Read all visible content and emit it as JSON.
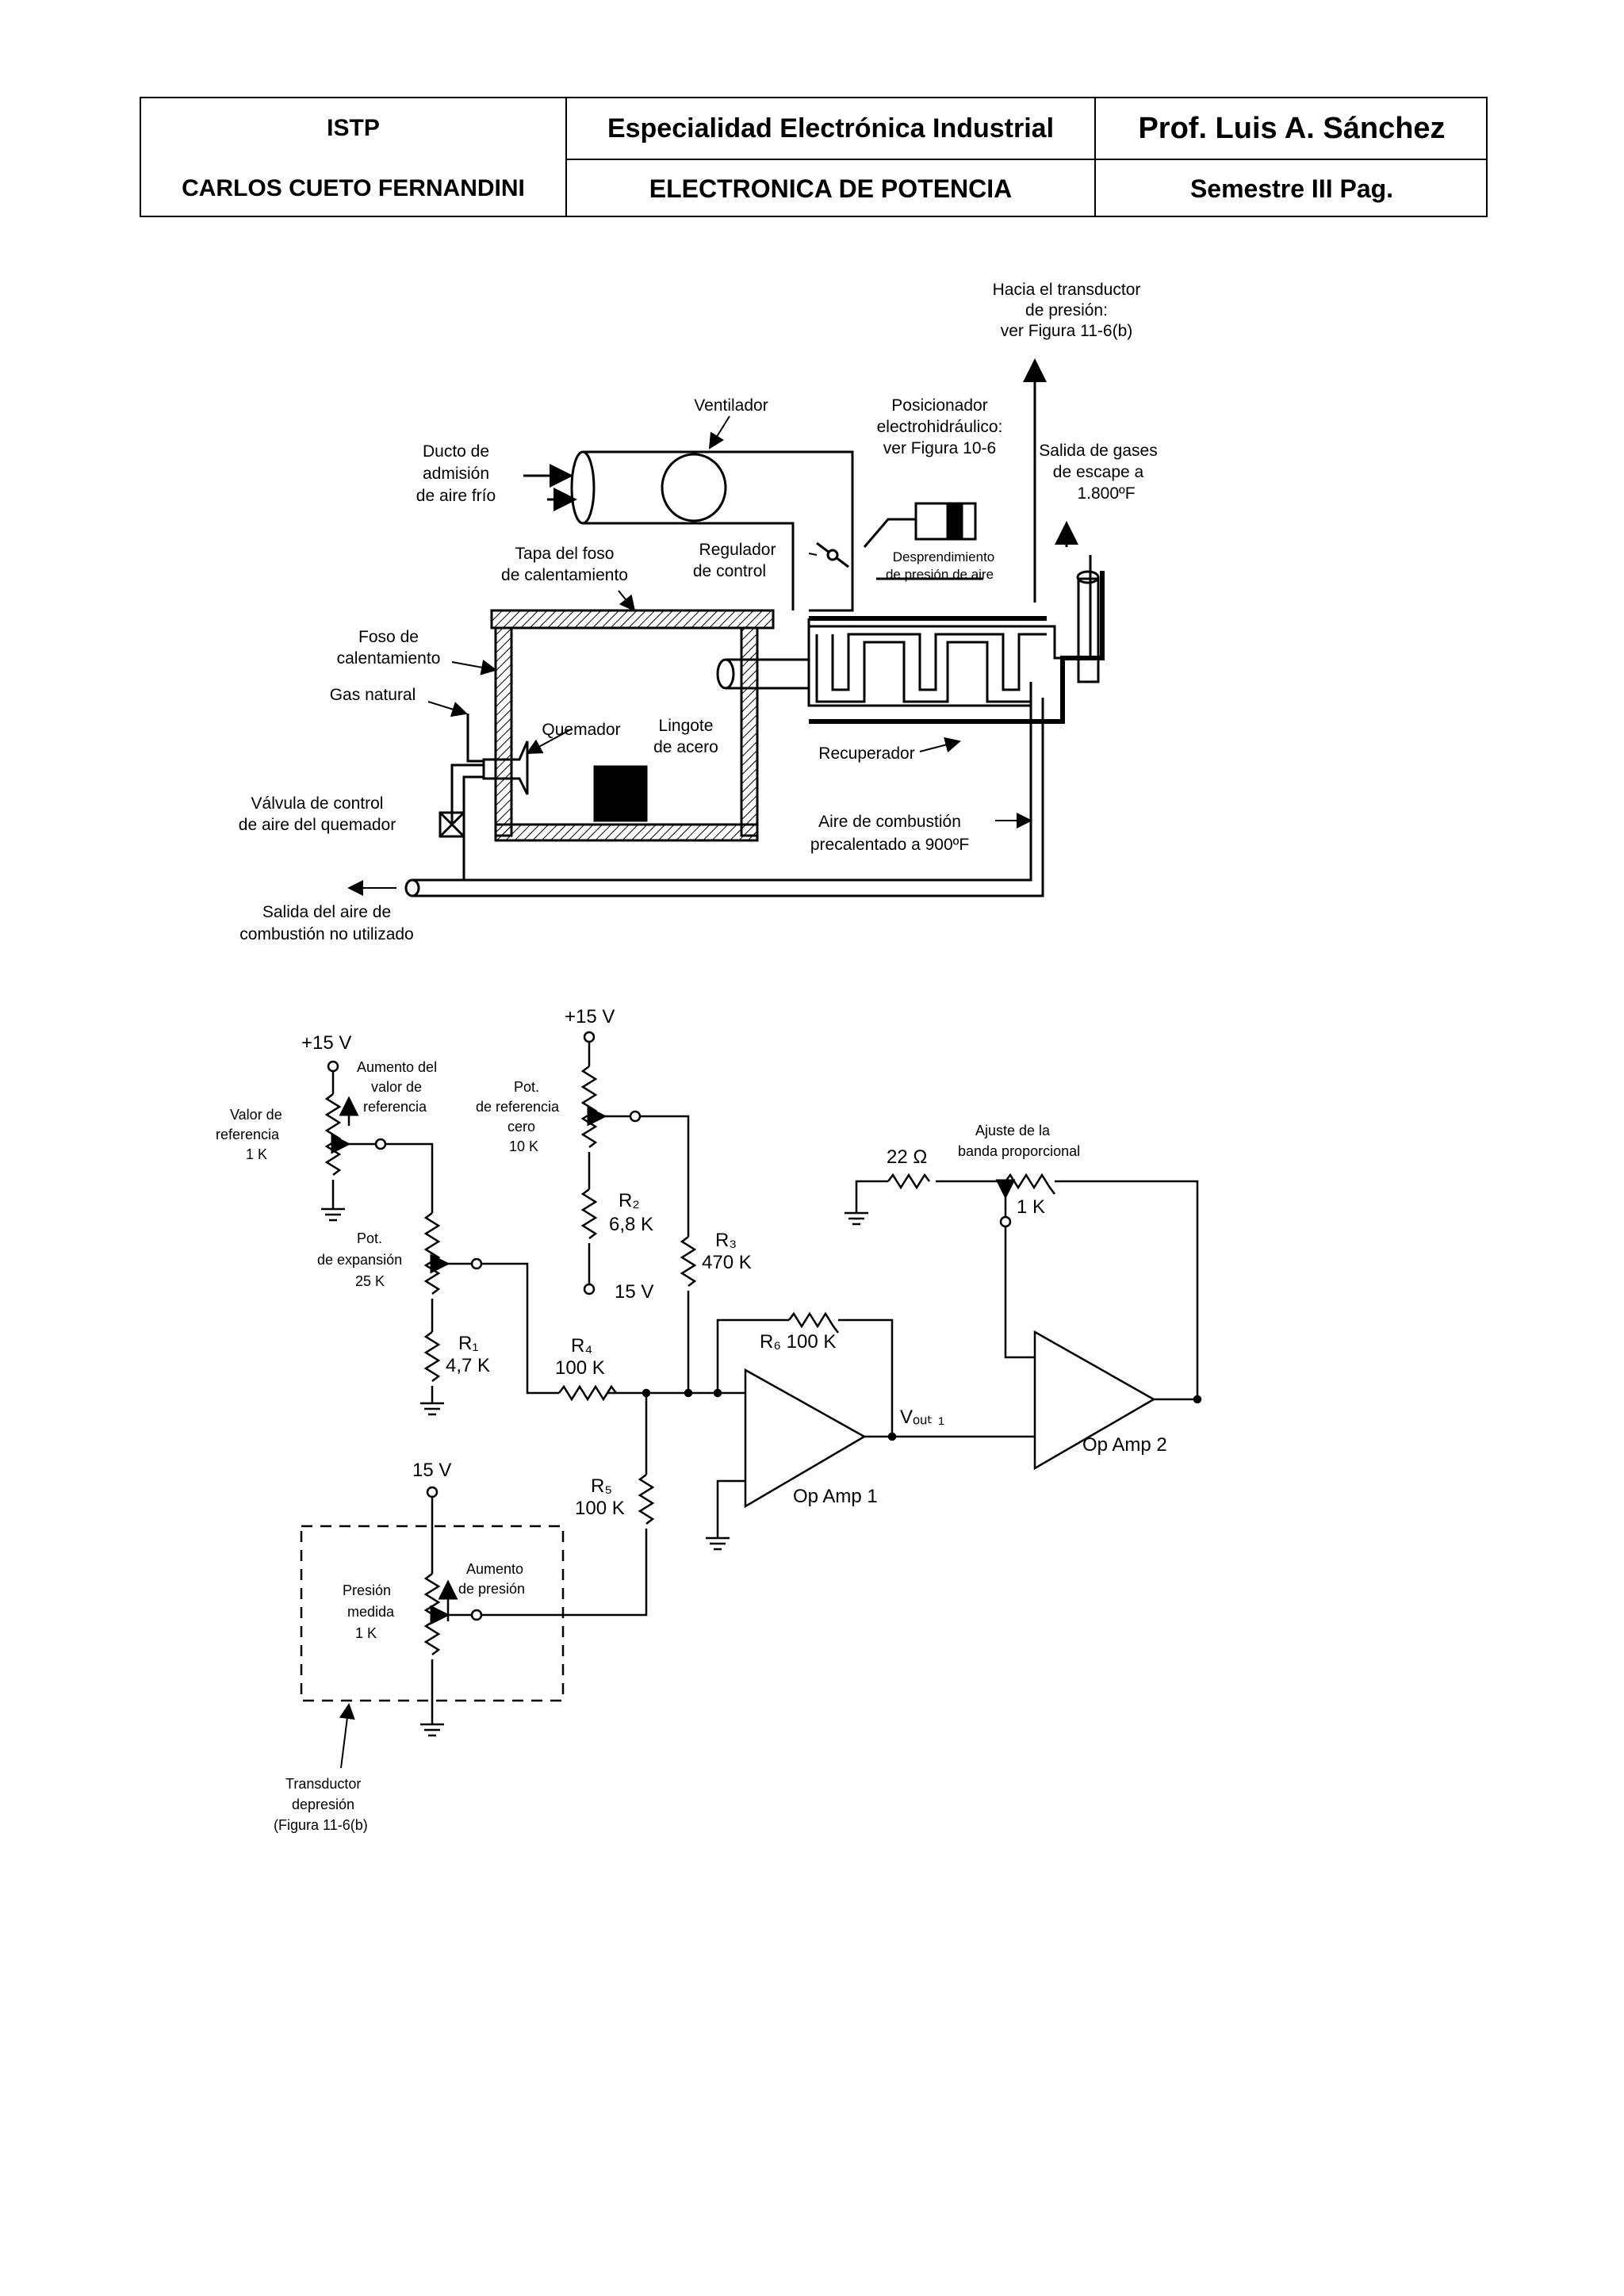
{
  "header": {
    "institute": "ISTP",
    "school": "CARLOS CUETO FERNANDINI",
    "specialty": "Especialidad Electrónica Industrial",
    "course": "ELECTRONICA  DE POTENCIA",
    "professor": "Prof.  Luis  A.  Sánchez",
    "semester": "Semestre  III   Pag."
  },
  "furnace_diagram": {
    "to_transducer": [
      "Hacia el transductor",
      "de presión:",
      "ver Figura 11-6(b)"
    ],
    "fan": "Ventilador",
    "positioner": [
      "Posicionador",
      "electrohidráulico:",
      "ver Figura 10-6"
    ],
    "exhaust": [
      "Salida de gases",
      "de escape a",
      "1.800ºF"
    ],
    "cold_air": [
      "Ducto de",
      "admisión",
      "de aire frío"
    ],
    "pit_lid": [
      "Tapa del foso",
      "de calentamiento"
    ],
    "control_damper": [
      "Regulador",
      "de control"
    ],
    "air_bleed": [
      "Desprendimiento",
      "de presión de aire"
    ],
    "pit": [
      "Foso de",
      "calentamiento"
    ],
    "natural_gas": "Gas natural",
    "burner": "Quemador",
    "ingot": [
      "Lingote",
      "de acero"
    ],
    "recuperator": "Recuperador",
    "burner_valve": [
      "Válvula de control",
      "de aire del quemador"
    ],
    "preheated_air": [
      "Aire de combustión",
      "precalentado a 900ºF"
    ],
    "unused_air": [
      "Salida del aire de",
      "combustión no utilizado"
    ]
  },
  "circuit": {
    "v15_top_left": "+15 V",
    "v15_top_mid": "+15 V",
    "v15_bottom": "15 V",
    "v15_neg": "15 V",
    "setpoint_increase": [
      "Aumento del",
      "valor de",
      "referencia"
    ],
    "setpoint_pot": [
      "Valor de",
      "referencia",
      "1 K"
    ],
    "zero_pot": [
      "Pot.",
      "de referencia",
      "cero",
      "10 K"
    ],
    "span_pot": [
      "Pot.",
      "de expansión",
      "25 K"
    ],
    "r1": [
      "R₁",
      "4,7 K"
    ],
    "r2": [
      "R₂",
      "6,8 K"
    ],
    "r3": [
      "R₃",
      "470 K"
    ],
    "r4": [
      "R₄",
      "100 K"
    ],
    "r5": [
      "R₅",
      "100 K"
    ],
    "r6": "R₆ 100 K",
    "r22": "22 Ω",
    "prop_band": [
      "Ajuste de la",
      "banda proporcional"
    ],
    "prop_pot": "1 K",
    "vout": "Vₒᵤₜ ₁",
    "opamp1": "Op Amp 1",
    "opamp2": "Op Amp 2",
    "pressure_pot": [
      "Presión",
      "medida",
      "1 K"
    ],
    "pressure_increase": [
      "Aumento",
      "de presión"
    ],
    "transducer": [
      "Transductor",
      "depresión",
      "(Figura 11-6(b)"
    ]
  }
}
